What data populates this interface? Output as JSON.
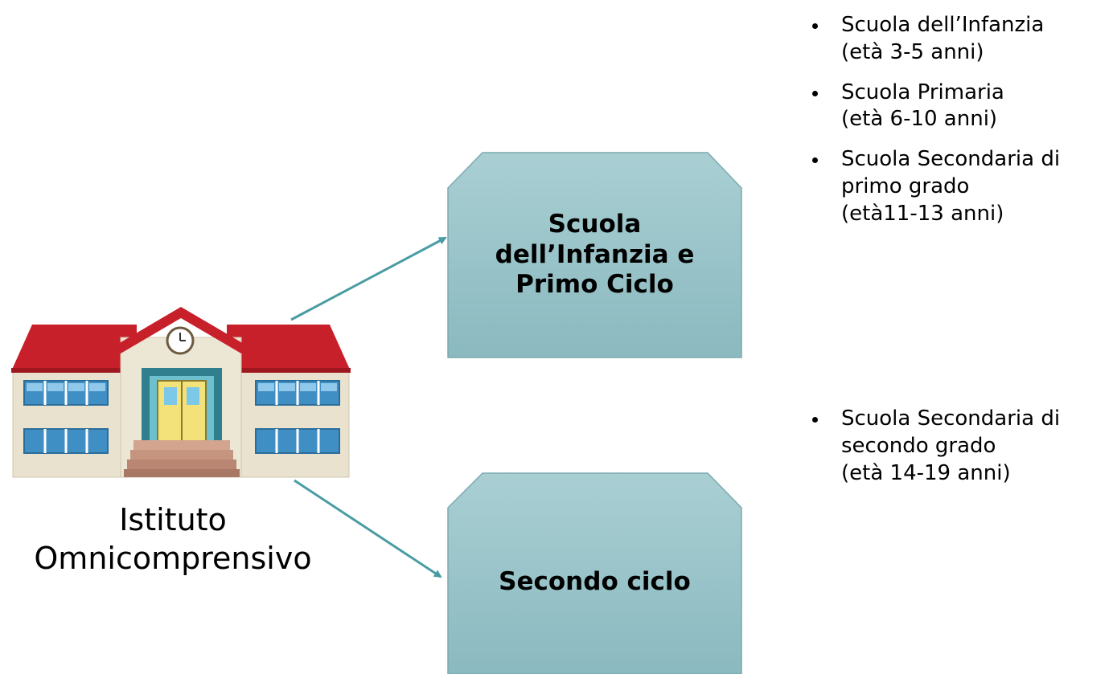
{
  "school": {
    "caption_lines": [
      "Istituto",
      "Omnicomprensivo"
    ]
  },
  "boxes": {
    "top": {
      "lines": [
        "Scuola",
        "dell’Infanzia e",
        "Primo Ciclo"
      ]
    },
    "bottom": {
      "lines": [
        "Secondo ciclo"
      ]
    }
  },
  "lists": {
    "upper": [
      {
        "lines": [
          "Scuola dell’Infanzia",
          "(età 3-5 anni)"
        ]
      },
      {
        "lines": [
          "Scuola Primaria",
          "(età 6-10 anni)"
        ]
      },
      {
        "lines": [
          "Scuola Secondaria di",
          "primo grado",
          "(età11-13 anni)"
        ]
      }
    ],
    "lower": [
      {
        "lines": [
          "Scuola Secondaria di",
          "secondo grado",
          "(età 14-19 anni)"
        ]
      }
    ]
  },
  "colors": {
    "box_fill_top": "#a9cfd3",
    "box_fill_bottom": "#8ab9bf",
    "box_stroke": "#7aaab0",
    "arrow": "#4a9ca3",
    "roof": "#c8202a",
    "wall": "#e8e2cf",
    "window": "#3f8fc4"
  }
}
